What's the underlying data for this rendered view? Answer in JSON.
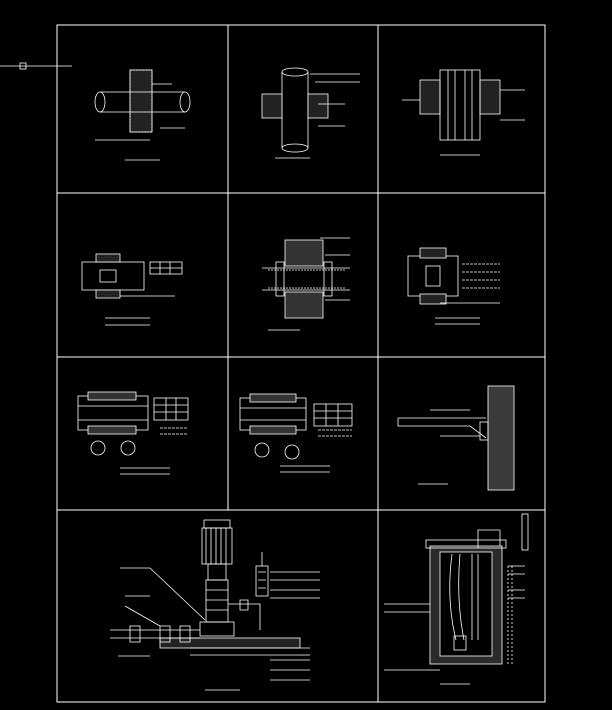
{
  "sheet": {
    "background": "#000000",
    "line_color": "#ffffff",
    "panels": [
      {
        "id": "wall-pipe-sleeve-1",
        "title": "",
        "notes": []
      },
      {
        "id": "wall-pipe-sleeve-2",
        "title": "",
        "notes": []
      },
      {
        "id": "floor-sleeve-section",
        "title": "",
        "notes": []
      },
      {
        "id": "flexible-sleeve-a",
        "title": "",
        "notes": []
      },
      {
        "id": "hatched-wall-sleeve",
        "title": "",
        "notes": []
      },
      {
        "id": "flexible-sleeve-b",
        "title": "",
        "notes": []
      },
      {
        "id": "flanged-sleeve-a",
        "title": "",
        "notes": []
      },
      {
        "id": "flanged-sleeve-b",
        "title": "",
        "notes": []
      },
      {
        "id": "wall-bracket",
        "title": "",
        "notes": []
      },
      {
        "id": "vertical-pump-installation",
        "title": "",
        "notes": []
      },
      {
        "id": "sump-pump-pit-section",
        "title": "",
        "notes": []
      }
    ]
  }
}
